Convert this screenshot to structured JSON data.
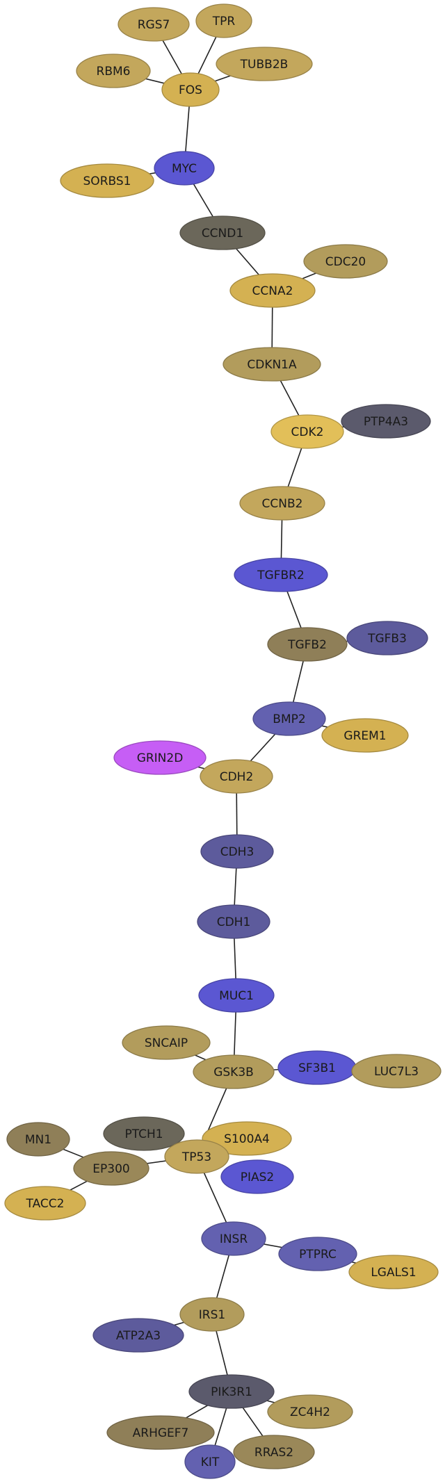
{
  "colors": {
    "gold": "#d4b152",
    "gold_light": "#e2bf59",
    "tan": "#b29c5c",
    "khaki": "#c3a75c",
    "olive": "#8f7f58",
    "olive_dark": "#9a8859",
    "gray": "#6b675a",
    "slate": "#5b5a6c",
    "blue": "#5b57d2",
    "blue_muted": "#6361b0",
    "indigo": "#5d5b9c",
    "violet": "#c65ef5",
    "edge": "#222222",
    "background": "#ffffff"
  },
  "nodes": [
    {
      "id": "RGS7",
      "label": "RGS7",
      "color": "khaki"
    },
    {
      "id": "TPR",
      "label": "TPR",
      "color": "khaki"
    },
    {
      "id": "RBM6",
      "label": "RBM6",
      "color": "khaki"
    },
    {
      "id": "TUBB2B",
      "label": "TUBB2B",
      "color": "khaki"
    },
    {
      "id": "FOS",
      "label": "FOS",
      "color": "gold"
    },
    {
      "id": "MYC",
      "label": "MYC",
      "color": "blue"
    },
    {
      "id": "SORBS1",
      "label": "SORBS1",
      "color": "gold"
    },
    {
      "id": "CCND1",
      "label": "CCND1",
      "color": "gray"
    },
    {
      "id": "CDC20",
      "label": "CDC20",
      "color": "tan"
    },
    {
      "id": "CCNA2",
      "label": "CCNA2",
      "color": "gold"
    },
    {
      "id": "CDKN1A",
      "label": "CDKN1A",
      "color": "tan"
    },
    {
      "id": "CDK2",
      "label": "CDK2",
      "color": "gold_light"
    },
    {
      "id": "PTP4A3",
      "label": "PTP4A3",
      "color": "slate"
    },
    {
      "id": "CCNB2",
      "label": "CCNB2",
      "color": "khaki"
    },
    {
      "id": "TGFBR2",
      "label": "TGFBR2",
      "color": "blue"
    },
    {
      "id": "TGFB2",
      "label": "TGFB2",
      "color": "olive"
    },
    {
      "id": "TGFB3",
      "label": "TGFB3",
      "color": "indigo"
    },
    {
      "id": "BMP2",
      "label": "BMP2",
      "color": "blue_muted"
    },
    {
      "id": "GREM1",
      "label": "GREM1",
      "color": "gold"
    },
    {
      "id": "GRIN2D",
      "label": "GRIN2D",
      "color": "violet"
    },
    {
      "id": "CDH2",
      "label": "CDH2",
      "color": "khaki"
    },
    {
      "id": "CDH3",
      "label": "CDH3",
      "color": "indigo"
    },
    {
      "id": "CDH1",
      "label": "CDH1",
      "color": "indigo"
    },
    {
      "id": "MUC1",
      "label": "MUC1",
      "color": "blue"
    },
    {
      "id": "SNCAIP",
      "label": "SNCAIP",
      "color": "tan"
    },
    {
      "id": "GSK3B",
      "label": "GSK3B",
      "color": "tan"
    },
    {
      "id": "SF3B1",
      "label": "SF3B1",
      "color": "blue"
    },
    {
      "id": "LUC7L3",
      "label": "LUC7L3",
      "color": "tan"
    },
    {
      "id": "MN1",
      "label": "MN1",
      "color": "olive"
    },
    {
      "id": "PTCH1",
      "label": "PTCH1",
      "color": "gray"
    },
    {
      "id": "EP300",
      "label": "EP300",
      "color": "olive_dark"
    },
    {
      "id": "S100A4",
      "label": "S100A4",
      "color": "gold"
    },
    {
      "id": "TP53",
      "label": "TP53",
      "color": "khaki"
    },
    {
      "id": "PIAS2",
      "label": "PIAS2",
      "color": "blue"
    },
    {
      "id": "TACC2",
      "label": "TACC2",
      "color": "gold"
    },
    {
      "id": "INSR",
      "label": "INSR",
      "color": "blue_muted"
    },
    {
      "id": "PTPRC",
      "label": "PTPRC",
      "color": "blue_muted"
    },
    {
      "id": "LGALS1",
      "label": "LGALS1",
      "color": "gold"
    },
    {
      "id": "IRS1",
      "label": "IRS1",
      "color": "tan"
    },
    {
      "id": "ATP2A3",
      "label": "ATP2A3",
      "color": "indigo"
    },
    {
      "id": "PIK3R1",
      "label": "PIK3R1",
      "color": "slate"
    },
    {
      "id": "ZC4H2",
      "label": "ZC4H2",
      "color": "tan"
    },
    {
      "id": "ARHGEF7",
      "label": "ARHGEF7",
      "color": "olive"
    },
    {
      "id": "RRAS2",
      "label": "RRAS2",
      "color": "olive_dark"
    },
    {
      "id": "KIT",
      "label": "KIT",
      "color": "blue_muted"
    }
  ],
  "edges": [
    [
      "RGS7",
      "FOS"
    ],
    [
      "TPR",
      "FOS"
    ],
    [
      "RBM6",
      "FOS"
    ],
    [
      "TUBB2B",
      "FOS"
    ],
    [
      "FOS",
      "MYC"
    ],
    [
      "MYC",
      "SORBS1"
    ],
    [
      "MYC",
      "CCND1"
    ],
    [
      "CCND1",
      "CCNA2"
    ],
    [
      "CCNA2",
      "CDC20"
    ],
    [
      "CCNA2",
      "CDKN1A"
    ],
    [
      "CDKN1A",
      "CDK2"
    ],
    [
      "CDK2",
      "PTP4A3"
    ],
    [
      "CDK2",
      "CCNB2"
    ],
    [
      "CCNB2",
      "TGFBR2"
    ],
    [
      "TGFBR2",
      "TGFB2"
    ],
    [
      "TGFB2",
      "TGFB3"
    ],
    [
      "TGFB2",
      "BMP2"
    ],
    [
      "BMP2",
      "GREM1"
    ],
    [
      "BMP2",
      "CDH2"
    ],
    [
      "CDH2",
      "GRIN2D"
    ],
    [
      "CDH2",
      "CDH3"
    ],
    [
      "CDH3",
      "CDH1"
    ],
    [
      "CDH1",
      "MUC1"
    ],
    [
      "MUC1",
      "GSK3B"
    ],
    [
      "GSK3B",
      "SNCAIP"
    ],
    [
      "GSK3B",
      "SF3B1"
    ],
    [
      "SF3B1",
      "LUC7L3"
    ],
    [
      "GSK3B",
      "TP53"
    ],
    [
      "TP53",
      "EP300"
    ],
    [
      "EP300",
      "MN1"
    ],
    [
      "EP300",
      "TACC2"
    ],
    [
      "TP53",
      "INSR"
    ],
    [
      "INSR",
      "PTPRC"
    ],
    [
      "PTPRC",
      "LGALS1"
    ],
    [
      "INSR",
      "IRS1"
    ],
    [
      "IRS1",
      "ATP2A3"
    ],
    [
      "IRS1",
      "PIK3R1"
    ],
    [
      "PIK3R1",
      "ZC4H2"
    ],
    [
      "PIK3R1",
      "ARHGEF7"
    ],
    [
      "PIK3R1",
      "RRAS2"
    ],
    [
      "PIK3R1",
      "KIT"
    ]
  ]
}
